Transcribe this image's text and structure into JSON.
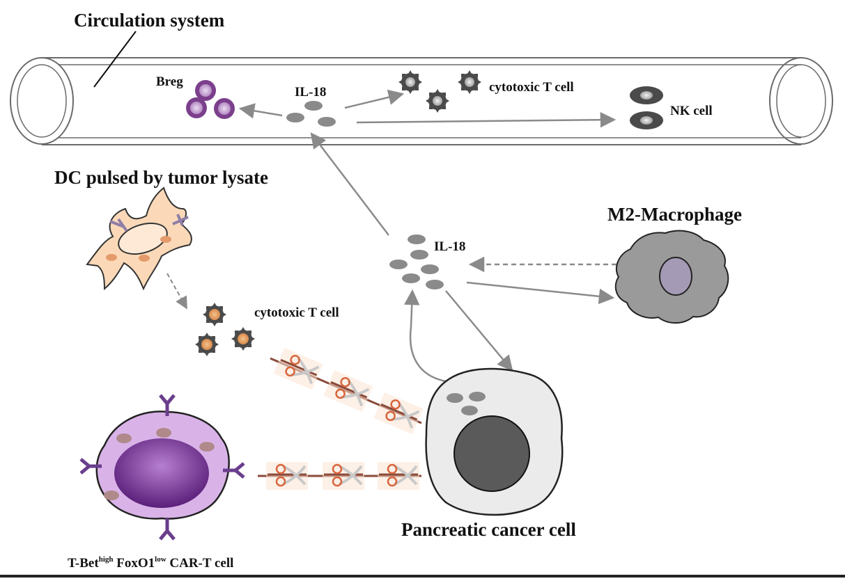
{
  "labels": {
    "circulation_system": "Circulation system",
    "breg": "Breg",
    "il18_top": "IL-18",
    "cytotoxic_t_top": "cytotoxic T cell",
    "nk_cell": "NK cell",
    "dc_pulsed": "DC pulsed by tumor lysate",
    "il18_center": "IL-18",
    "m2_macrophage": "M2-Macrophage",
    "cytotoxic_t_mid": "cytotoxic T cell",
    "pancreatic_cancer_cell": "Pancreatic cancer cell",
    "cart_tbet": "T-Bet",
    "cart_high": "high",
    "cart_foxo1": " FoxO1",
    "cart_low": "low",
    "cart_rest": " CAR-T cell"
  },
  "colors": {
    "arrow": "#8a8a8a",
    "vessel_stroke": "#6a6a6a",
    "breg": "#7b3f8c",
    "tcell_dark": "#4a4a4a",
    "dc_fill": "#fbd9b8",
    "macrophage_fill": "#9a9a9a",
    "macrophage_nucleus": "#a59ab5",
    "cancer_fill": "#ebebeb",
    "cancer_nucleus": "#5a5a5a",
    "cart_fill": "#d9b3e8",
    "cart_nucleus": "#6d2a8c",
    "scissor_orange": "#d8663d"
  }
}
